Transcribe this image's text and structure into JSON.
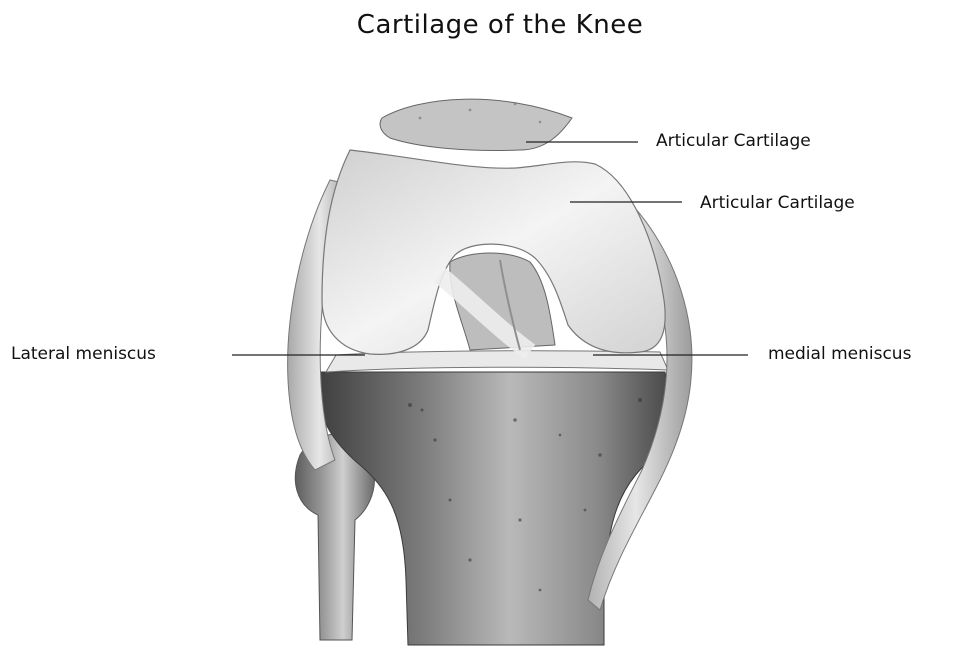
{
  "title": "Cartilage of the Knee",
  "labels": {
    "articular_cartilage_patella": "Articular Cartilage",
    "articular_cartilage_femur": "Articular Cartilage",
    "lateral_meniscus": "Lateral meniscus",
    "medial_meniscus": "medial meniscus"
  }
}
